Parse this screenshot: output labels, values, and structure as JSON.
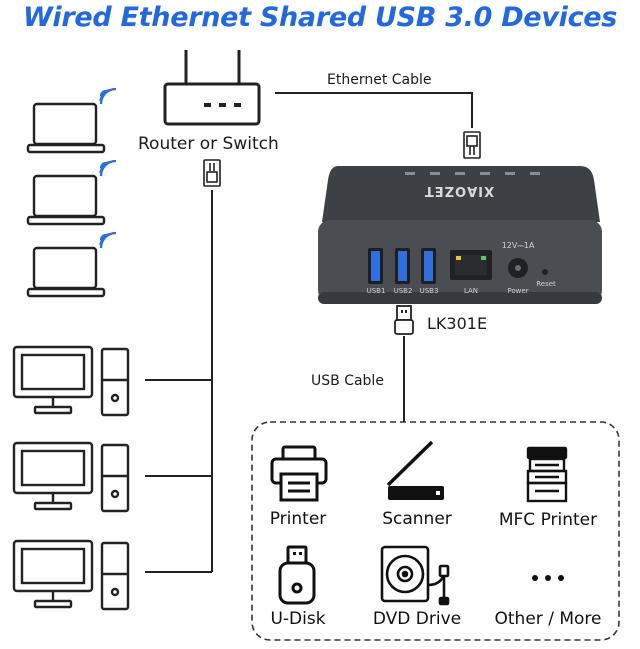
{
  "title": "Wired Ethernet Shared USB 3.0 Devices",
  "router_label": "Router or Switch",
  "ethernet_cable_label": "Ethernet Cable",
  "usb_cable_label": "USB Cable",
  "hub": {
    "brand": "XIAOZET",
    "model": "LK301E",
    "ports": [
      "USB1",
      "USB2",
      "USB3",
      "LAN",
      "Power",
      "Reset"
    ],
    "power_rating": "12V⎓1A"
  },
  "devices": [
    "Printer",
    "Scanner",
    "MFC Printer",
    "U-Disk",
    "DVD Drive",
    "Other / More"
  ],
  "colors": {
    "title": "#2268e0",
    "usb_blue": "#2f6fe0",
    "wifi": "#2a6fdc",
    "hub_body": "#4a4d52"
  }
}
